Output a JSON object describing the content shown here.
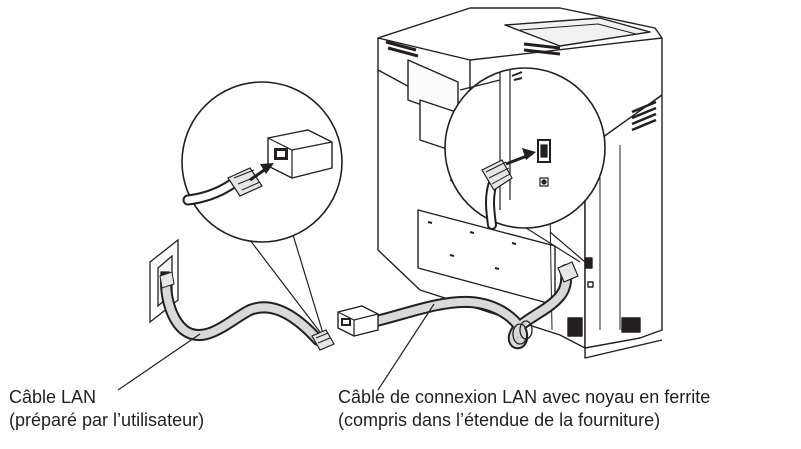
{
  "labels": {
    "lan_cable": {
      "line1": "Câble LAN",
      "line2": "(préparé par l’utilisateur)"
    },
    "ferrite_cable": {
      "line1": "Câble de connexion LAN avec noyau en ferrite",
      "line2": "(compris dans l’étendue de la fourniture)"
    }
  }
}
